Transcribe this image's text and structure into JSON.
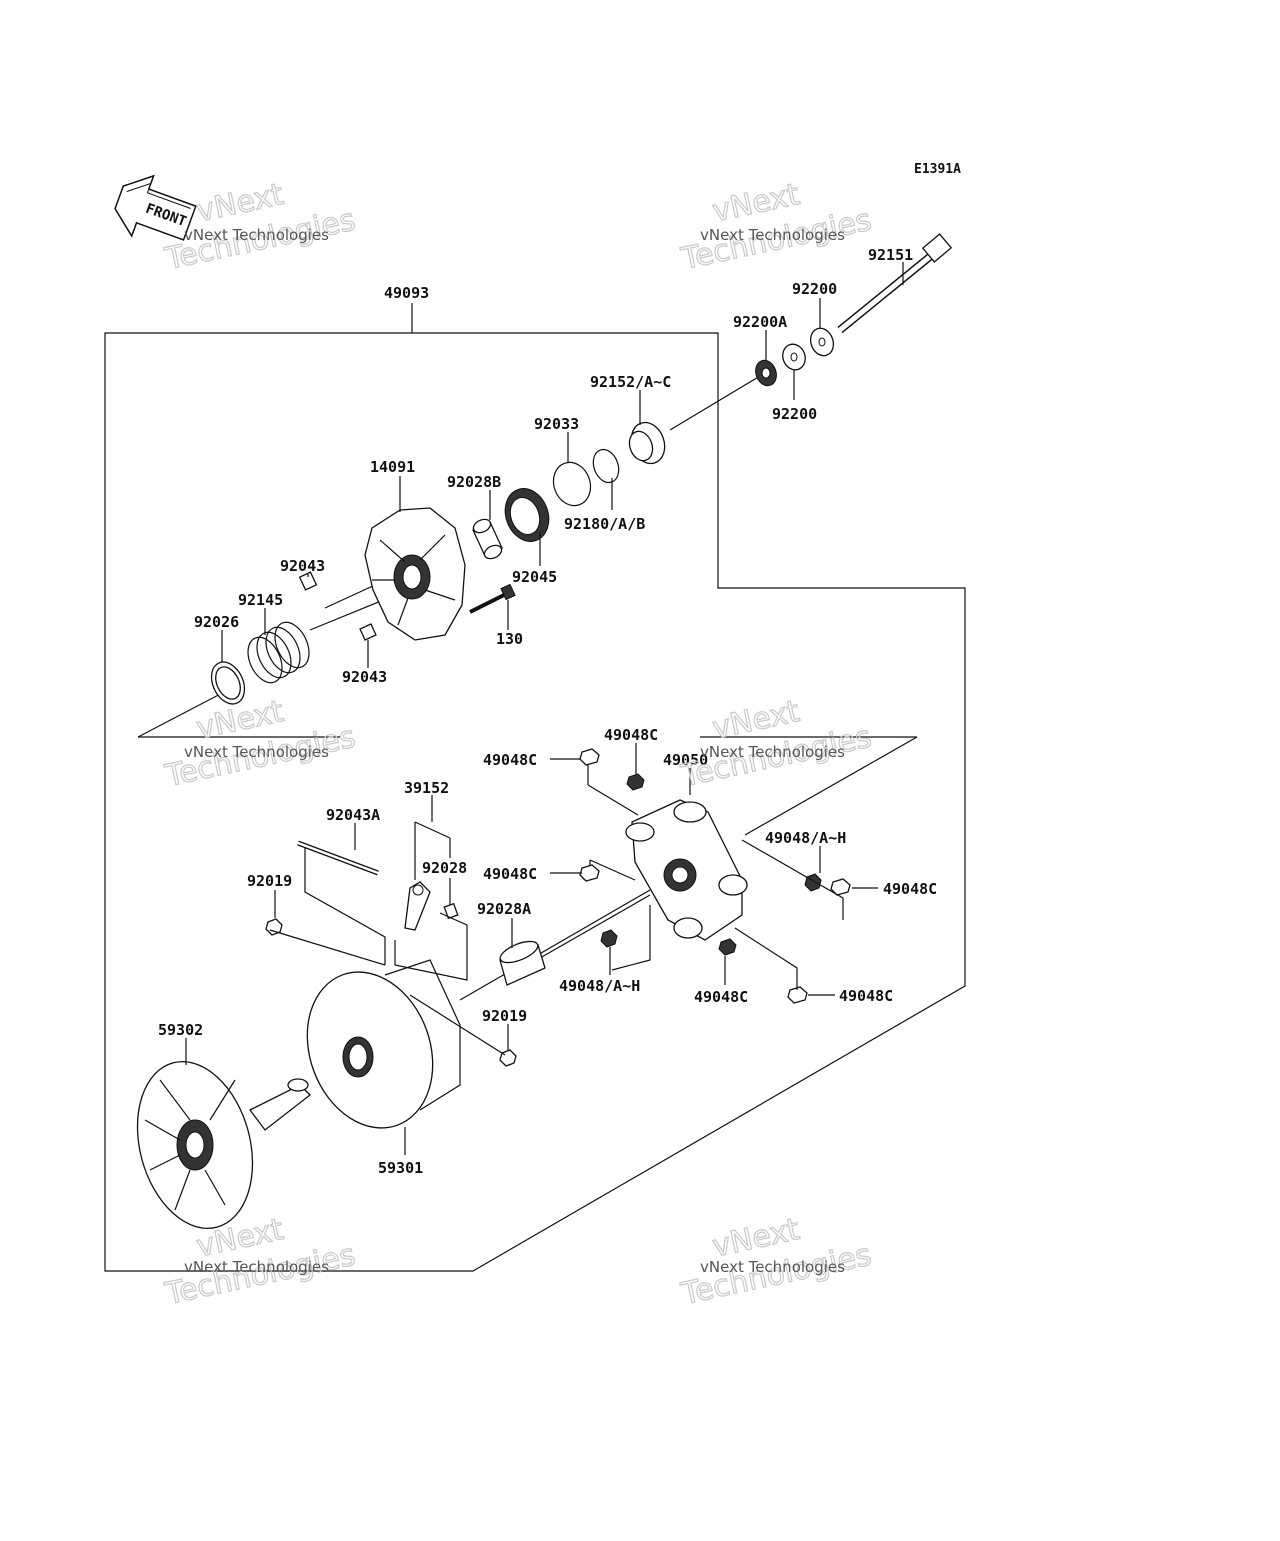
{
  "diagram_code": "E1391A",
  "front_label": "FRONT",
  "watermark": {
    "line1": "vNext Technologies",
    "line2": "vNext",
    "line3": "Technologies"
  },
  "labels": {
    "p49093": "49093",
    "p92151": "92151",
    "p92200_top": "92200",
    "p92200A": "92200A",
    "p92200_bot": "92200",
    "p92152": "92152/A~C",
    "p92033": "92033",
    "p14091": "14091",
    "p92028B": "92028B",
    "p92180": "92180/A/B",
    "p92043_top": "92043",
    "p92045": "92045",
    "p92145": "92145",
    "p92026": "92026",
    "p130": "130",
    "p92043_bot": "92043",
    "p49048C_a": "49048C",
    "p49048C_b": "49048C",
    "p49050": "49050",
    "p39152": "39152",
    "p92043A": "92043A",
    "p92028": "92028",
    "p49048AH_r": "49048/A~H",
    "p49048C_c": "49048C",
    "p92019_top": "92019",
    "p49048C_d": "49048C",
    "p92028A": "92028A",
    "p49048AH_l": "49048/A~H",
    "p49048C_e": "49048C",
    "p49048C_f": "49048C",
    "p92019_bot": "92019",
    "p59302": "59302",
    "p59301": "59301"
  }
}
